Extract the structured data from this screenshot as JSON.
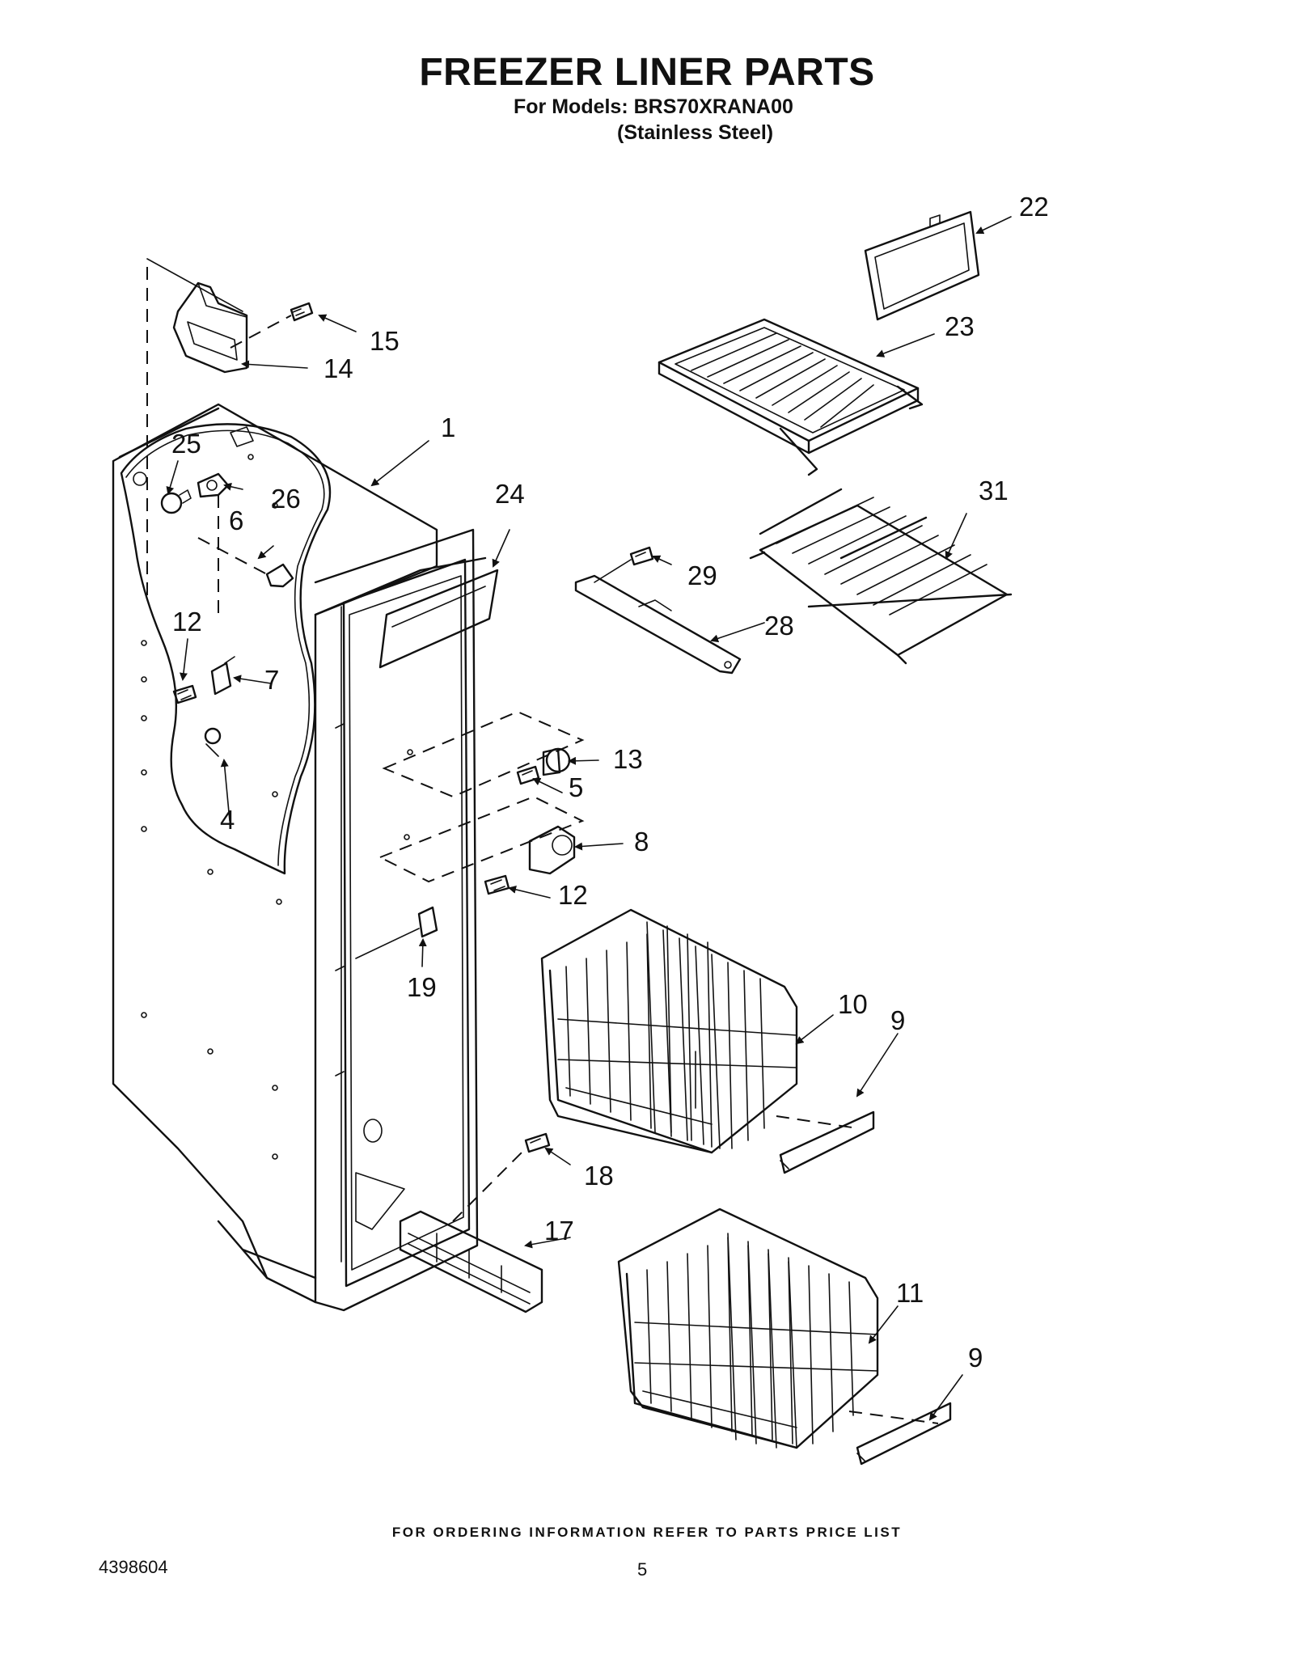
{
  "header": {
    "title": "FREEZER LINER PARTS",
    "models_line": "For Models: BRS70XRANA00",
    "variant_line": "(Stainless Steel)"
  },
  "callouts": {
    "c1": "1",
    "c4": "4",
    "c5": "5",
    "c6": "6",
    "c7": "7",
    "c8": "8",
    "c9a": "9",
    "c9b": "9",
    "c10": "10",
    "c11": "11",
    "c12a": "12",
    "c12b": "12",
    "c13": "13",
    "c14": "14",
    "c15": "15",
    "c17": "17",
    "c18": "18",
    "c19": "19",
    "c22": "22",
    "c23": "23",
    "c24": "24",
    "c25": "25",
    "c26": "26",
    "c28": "28",
    "c29": "29",
    "c31": "31"
  },
  "footer": {
    "ordering_note": "FOR ORDERING INFORMATION REFER TO PARTS PRICE LIST",
    "document_number": "4398604",
    "page_number": "5"
  }
}
